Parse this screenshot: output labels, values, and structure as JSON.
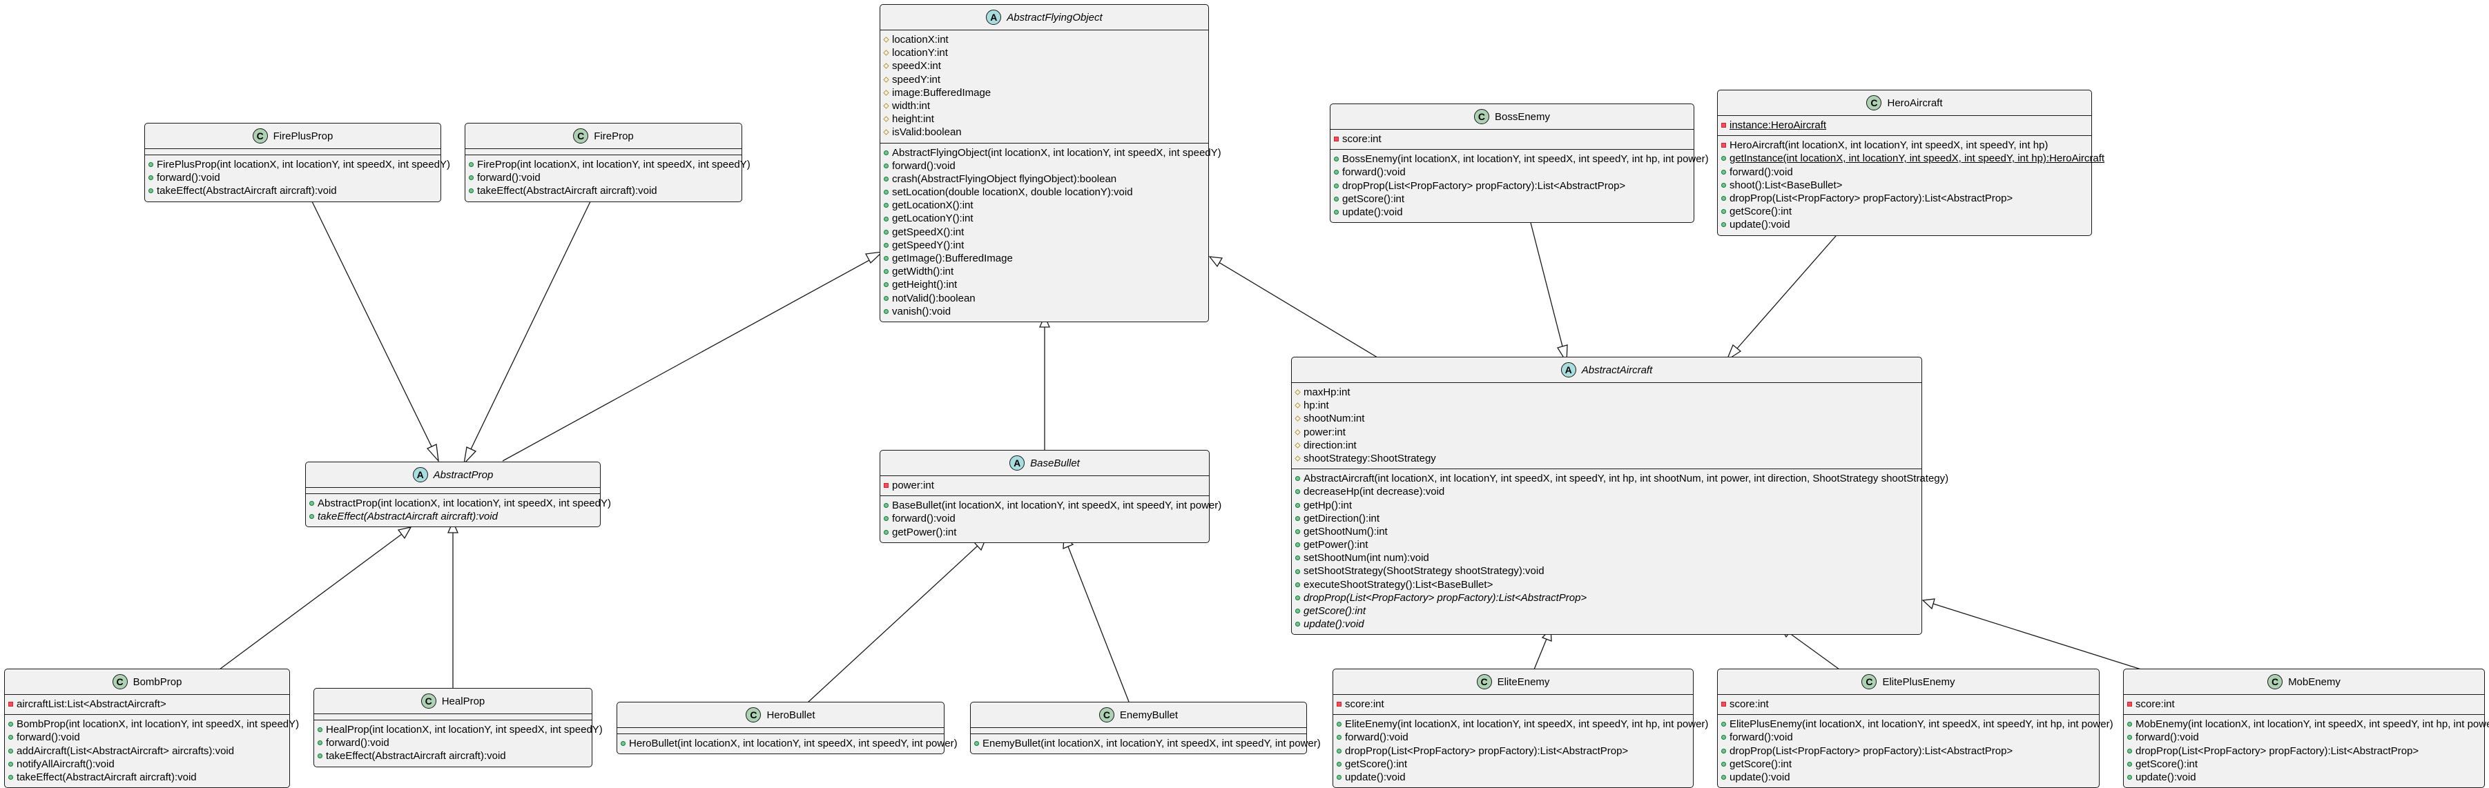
{
  "classes": {
    "abstract_flying_object": {
      "name": "AbstractFlyingObject",
      "badge": "A",
      "attributes": [
        "locationX:int",
        "locationY:int",
        "speedX:int",
        "speedY:int",
        "image:BufferedImage",
        "width:int",
        "height:int",
        "isValid:boolean"
      ],
      "methods": [
        "AbstractFlyingObject(int locationX, int locationY, int speedX, int speedY)",
        "forward():void",
        "crash(AbstractFlyingObject flyingObject):boolean",
        "setLocation(double locationX, double locationY):void",
        "getLocationX():int",
        "getLocationY():int",
        "getSpeedX():int",
        "getSpeedY():int",
        "getImage():BufferedImage",
        "getWidth():int",
        "getHeight():int",
        "notValid():boolean",
        "vanish():void"
      ]
    },
    "fire_plus_prop": {
      "name": "FirePlusProp",
      "badge": "C",
      "methods": [
        "FirePlusProp(int locationX, int locationY, int speedX, int speedY)",
        "forward():void",
        "takeEffect(AbstractAircraft aircraft):void"
      ]
    },
    "fire_prop": {
      "name": "FireProp",
      "badge": "C",
      "methods": [
        "FireProp(int locationX, int locationY, int speedX, int speedY)",
        "forward():void",
        "takeEffect(AbstractAircraft aircraft):void"
      ]
    },
    "boss_enemy": {
      "name": "BossEnemy",
      "badge": "C",
      "attributes": [
        "score:int"
      ],
      "methods": [
        "BossEnemy(int locationX, int locationY, int speedX, int speedY, int hp, int power)",
        "forward():void",
        "dropProp(List<PropFactory> propFactory):List<AbstractProp>",
        "getScore():int",
        "update():void"
      ]
    },
    "hero_aircraft": {
      "name": "HeroAircraft",
      "badge": "C",
      "attributes": [
        "instance:HeroAircraft"
      ],
      "methods": [
        "HeroAircraft(int locationX, int locationY, int speedX, int speedY, int hp)",
        "getInstance(int locationX, int locationY, int speedX, int speedY, int hp):HeroAircraft",
        "forward():void",
        "shoot():List<BaseBullet>",
        "dropProp(List<PropFactory> propFactory):List<AbstractProp>",
        "getScore():int",
        "update():void"
      ]
    },
    "abstract_prop": {
      "name": "AbstractProp",
      "badge": "A",
      "methods": [
        "AbstractProp(int locationX, int locationY, int speedX, int speedY)",
        "takeEffect(AbstractAircraft aircraft):void"
      ]
    },
    "base_bullet": {
      "name": "BaseBullet",
      "badge": "A",
      "attributes": [
        "power:int"
      ],
      "methods": [
        "BaseBullet(int locationX, int locationY, int speedX, int speedY, int power)",
        "forward():void",
        "getPower():int"
      ]
    },
    "abstract_aircraft": {
      "name": "AbstractAircraft",
      "badge": "A",
      "attributes": [
        "maxHp:int",
        "hp:int",
        "shootNum:int",
        "power:int",
        "direction:int",
        "shootStrategy:ShootStrategy"
      ],
      "methods": [
        "AbstractAircraft(int locationX, int locationY, int speedX, int speedY, int hp, int shootNum, int power, int direction, ShootStrategy shootStrategy)",
        "decreaseHp(int decrease):void",
        "getHp():int",
        "getDirection():int",
        "getShootNum():int",
        "getPower():int",
        "setShootNum(int num):void",
        "setShootStrategy(ShootStrategy shootStrategy):void",
        "executeShootStrategy():List<BaseBullet>",
        "dropProp(List<PropFactory> propFactory):List<AbstractProp>",
        "getScore():int",
        "update():void"
      ]
    },
    "bomb_prop": {
      "name": "BombProp",
      "badge": "C",
      "attributes": [
        "aircraftList:List<AbstractAircraft>"
      ],
      "methods": [
        "BombProp(int locationX, int locationY, int speedX, int speedY)",
        "forward():void",
        "addAircraft(List<AbstractAircraft> aircrafts):void",
        "notifyAllAircraft():void",
        "takeEffect(AbstractAircraft aircraft):void"
      ]
    },
    "heal_prop": {
      "name": "HealProp",
      "badge": "C",
      "methods": [
        "HealProp(int locationX, int locationY, int speedX, int speedY)",
        "forward():void",
        "takeEffect(AbstractAircraft aircraft):void"
      ]
    },
    "hero_bullet": {
      "name": "HeroBullet",
      "badge": "C",
      "methods": [
        "HeroBullet(int locationX, int locationY, int speedX, int speedY, int power)"
      ]
    },
    "enemy_bullet": {
      "name": "EnemyBullet",
      "badge": "C",
      "methods": [
        "EnemyBullet(int locationX, int locationY, int speedX, int speedY, int power)"
      ]
    },
    "elite_enemy": {
      "name": "EliteEnemy",
      "badge": "C",
      "attributes": [
        "score:int"
      ],
      "methods": [
        "EliteEnemy(int locationX, int locationY, int speedX, int speedY, int hp, int power)",
        "forward():void",
        "dropProp(List<PropFactory> propFactory):List<AbstractProp>",
        "getScore():int",
        "update():void"
      ]
    },
    "elite_plus_enemy": {
      "name": "ElitePlusEnemy",
      "badge": "C",
      "attributes": [
        "score:int"
      ],
      "methods": [
        "ElitePlusEnemy(int locationX, int locationY, int speedX, int speedY, int hp, int power)",
        "forward():void",
        "dropProp(List<PropFactory> propFactory):List<AbstractProp>",
        "getScore():int",
        "update():void"
      ]
    },
    "mob_enemy": {
      "name": "MobEnemy",
      "badge": "C",
      "attributes": [
        "score:int"
      ],
      "methods": [
        "MobEnemy(int locationX, int locationY, int speedX, int speedY, int hp, int power)",
        "forward():void",
        "dropProp(List<PropFactory> propFactory):List<AbstractProp>",
        "getScore():int",
        "update():void"
      ]
    }
  },
  "colors": {
    "class_fill": "#f1f1f1",
    "border": "#181818",
    "class_badge": "#add1b2",
    "abstract_badge": "#a9dcdf",
    "public": "#84be84",
    "protected": "#b38d22",
    "private": "#c82930"
  }
}
